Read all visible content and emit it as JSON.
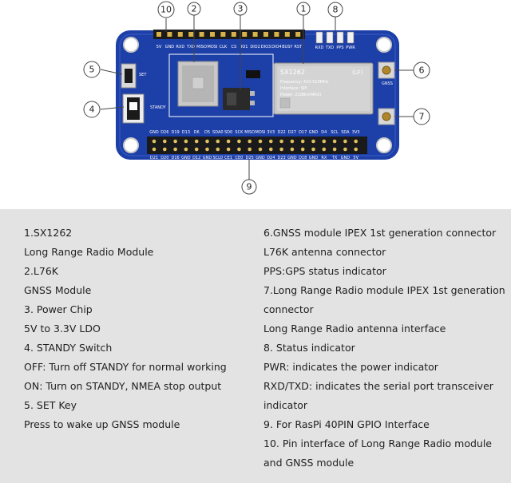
{
  "callouts": {
    "c1": "1",
    "c2": "2",
    "c3": "3",
    "c4": "4",
    "c5": "5",
    "c6": "6",
    "c7": "7",
    "c8": "8",
    "c9": "9",
    "c10": "10"
  },
  "board": {
    "module_title": "SX1262",
    "module_tag": "(LF)",
    "spec_frequency": "Frequency: 410-510MHz",
    "spec_interface": "Interface: SPI",
    "spec_power": "Power: 22dBm(MAX)",
    "gnss_label": "GNSS",
    "set_label": "SET",
    "standy_label": "STANDY",
    "top_pins": [
      "5V",
      "GND",
      "RXD",
      "TXD",
      "MISO",
      "MOSI",
      "CLK",
      "CS",
      "IO1",
      "DIO2",
      "DIO3",
      "DIO4",
      "BUSY",
      "RST"
    ],
    "status_pins": [
      "RXD",
      "TXD",
      "PPS",
      "PWR"
    ],
    "gpio_top_labels": [
      "GND",
      "D26",
      "D19",
      "D13",
      "D6",
      "D5",
      "SDA0",
      "SD0",
      "SCK",
      "MISO",
      "MOSI",
      "3V3",
      "D22",
      "D27",
      "D17",
      "GND",
      "D4",
      "SCL",
      "SDA",
      "3V3"
    ],
    "gpio_bottom_labels": [
      "D21",
      "D20",
      "D16",
      "GND",
      "D12",
      "GND",
      "SCL0",
      "CE1",
      "CE0",
      "D25",
      "GND",
      "D24",
      "D23",
      "GND",
      "D18",
      "GND",
      "RX",
      "TX",
      "GND",
      "5V"
    ]
  },
  "legend_left": [
    "1.SX1262",
    "Long Range Radio Module",
    "2.L76K",
    "GNSS Module",
    "3. Power Chip",
    "5V to 3.3V LDO",
    "4. STANDY Switch",
    "OFF: Turn off STANDY for normal working",
    "ON: Turn on STANDY, NMEA stop output",
    "5. SET Key",
    "Press to wake up GNSS module"
  ],
  "legend_right": [
    "6.GNSS module IPEX 1st generation connector",
    "L76K antenna connector",
    "PPS:GPS status indicator",
    "7.Long Range Radio module IPEX 1st generation connector",
    "Long Range Radio antenna interface",
    "8. Status indicator",
    "PWR: indicates the power indicator",
    "RXD/TXD: indicates the serial port transceiver indicator",
    "9. For RasPi 40PIN GPIO Interface",
    "10. Pin interface of Long Range Radio module and GNSS module"
  ],
  "colors": {
    "pcb": "#1d3fa8",
    "legend_bg": "#e3e3e3",
    "callout_line": "#444444"
  }
}
